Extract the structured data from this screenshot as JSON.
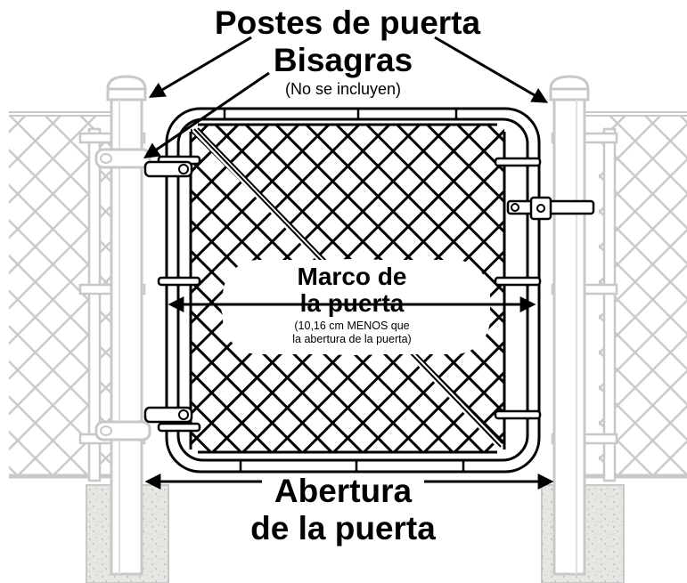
{
  "labels": {
    "posts": "Postes de puerta",
    "hinges": "Bisagras",
    "hinges_note": "(No se incluyen)",
    "frame_line1": "Marco de",
    "frame_line2": "la puerta",
    "frame_note_line1": "(10,16 cm MENOS que",
    "frame_note_line2": "la abertura de la puerta)",
    "opening_line1": "Abertura",
    "opening_line2": "de la puerta"
  },
  "colors": {
    "line": "#000000",
    "fence": "#c8c8c8",
    "concrete": "#e6e6e2",
    "background": "#ffffff"
  }
}
